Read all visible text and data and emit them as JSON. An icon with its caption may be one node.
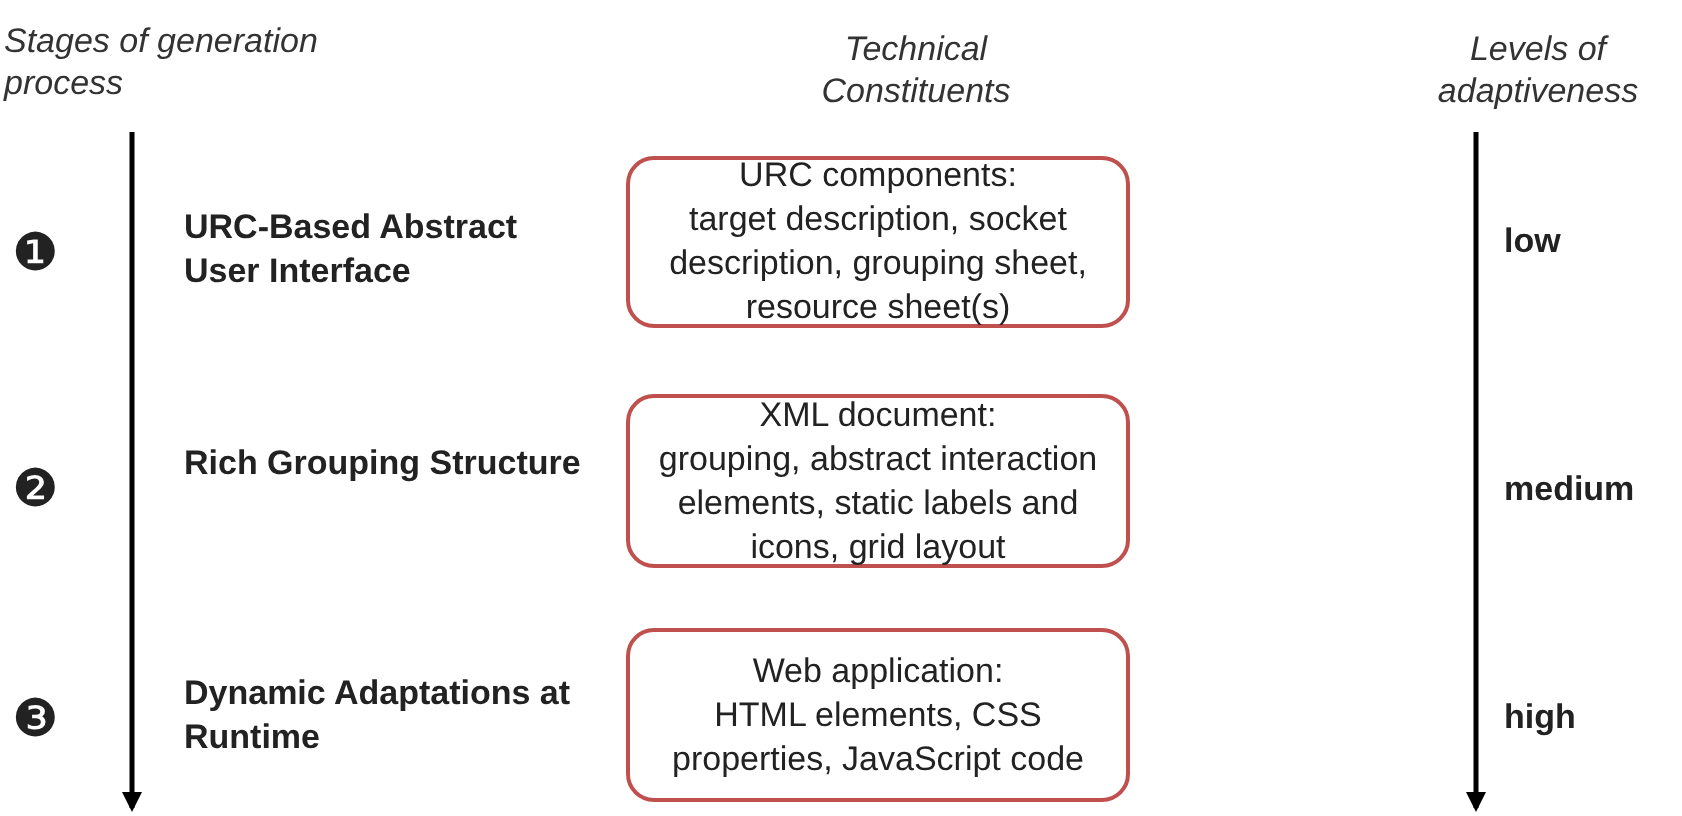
{
  "diagram": {
    "nodes": [
      {
        "text": [
          "URC components:",
          "target description, socket description, grouping sheet, resource sheet(s)"
        ]
      },
      {
        "text": [
          "XML document:",
          "grouping, abstract interaction elements, static labels and icons, grid layout"
        ]
      },
      {
        "text": [
          "Web application:",
          "HTML elements, CSS properties, JavaScript code"
        ]
      }
    ],
    "labels": [
      "Stages of generation process",
      "Technical Constituents",
      "Levels of adaptiveness",
      "❶",
      "URC-Based Abstract User Interface",
      "low",
      "❷",
      "Rich Grouping Structure",
      "medium",
      "❸",
      "Dynamic Adaptations at Runtime",
      "high"
    ]
  }
}
